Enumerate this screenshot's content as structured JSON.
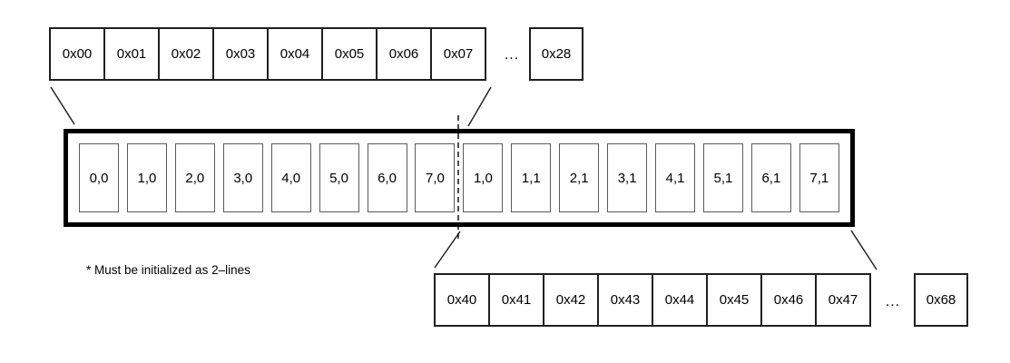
{
  "top_row": {
    "cells": [
      "0x00",
      "0x01",
      "0x02",
      "0x03",
      "0x04",
      "0x05",
      "0x06",
      "0x07"
    ],
    "ellipsis": "...",
    "tail_cell": "0x28"
  },
  "buffer_row": {
    "cells": [
      "0,0",
      "1,0",
      "2,0",
      "3,0",
      "4,0",
      "5,0",
      "6,0",
      "7,0",
      "1,0",
      "1,1",
      "2,1",
      "3,1",
      "4,1",
      "5,1",
      "6,1",
      "7,1"
    ]
  },
  "bottom_row": {
    "cells": [
      "0x40",
      "0x41",
      "0x42",
      "0x43",
      "0x44",
      "0x45",
      "0x46",
      "0x47"
    ],
    "ellipsis": "...",
    "tail_cell": "0x68"
  },
  "footnote": "* Must be initialized as 2–lines",
  "colors": {
    "line": "#1a1a1a",
    "inner_box_border": "#5a5a5a",
    "frame_border": "#000000"
  }
}
